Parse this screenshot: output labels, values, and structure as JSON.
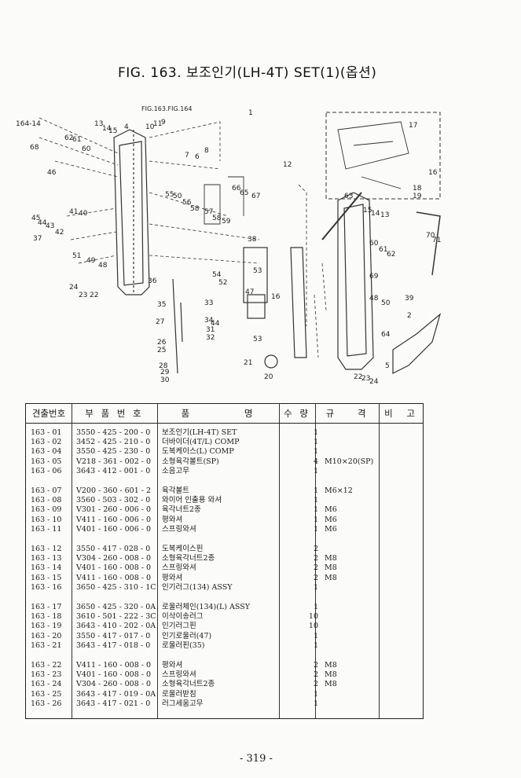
{
  "title": "FIG. 163. 보조인기(LH-4T) SET(1)(옵션)",
  "diagram": {
    "ref_label": "FIG.163.FIG.164",
    "callouts": [
      "164-14",
      "68",
      "13",
      "14",
      "15",
      "4",
      "10",
      "11",
      "9",
      "62",
      "61",
      "60",
      "8",
      "7",
      "6",
      "12",
      "46",
      "55",
      "50",
      "56",
      "58",
      "57",
      "58",
      "59",
      "66",
      "65",
      "67",
      "63",
      "17",
      "16",
      "18",
      "19",
      "15",
      "14",
      "13",
      "70",
      "71",
      "41",
      "40",
      "45",
      "44",
      "43",
      "42",
      "37",
      "51",
      "49",
      "48",
      "24",
      "23",
      "22",
      "38",
      "54",
      "53",
      "52",
      "47",
      "36",
      "35",
      "33",
      "27",
      "34",
      "44",
      "31",
      "32",
      "26",
      "25",
      "28",
      "29",
      "30",
      "21",
      "20",
      "53",
      "16",
      "60",
      "61",
      "62",
      "69",
      "48",
      "50",
      "39",
      "2",
      "64",
      "5",
      "22",
      "23",
      "24",
      "1"
    ]
  },
  "table": {
    "headers": [
      "견출번호",
      "부 품 번 호",
      "품 명",
      "수 량",
      "규 격",
      "비 고"
    ],
    "groups": [
      [
        {
          "no": "163 - 01",
          "pn": "3550 - 425 - 200 - 0",
          "name": "보조인기(LH-4T) SET",
          "qty": "1",
          "spec": ""
        },
        {
          "no": "163 - 02",
          "pn": "3452 - 425 - 210 - 0",
          "name": "더바이더(4T/L) COMP",
          "qty": "1",
          "spec": ""
        },
        {
          "no": "163 - 04",
          "pn": "3550 - 425 - 230 - 0",
          "name": "도복케이스(L) COMP",
          "qty": "1",
          "spec": ""
        },
        {
          "no": "163 - 05",
          "pn": "V218 - 361 - 002 - 0",
          "name": "소형육각볼트(SP)",
          "qty": "4",
          "spec": "M10×20(SP)"
        },
        {
          "no": "163 - 06",
          "pn": "3643 - 412 - 001 - 0",
          "name": "소음고무",
          "qty": "1",
          "spec": ""
        }
      ],
      [
        {
          "no": "163 - 07",
          "pn": "V200 - 360 - 601 - 2",
          "name": "육각볼트",
          "qty": "1",
          "spec": "M6×12"
        },
        {
          "no": "163 - 08",
          "pn": "3560 - 503 - 302 - 0",
          "name": "와이어 인출용 와셔",
          "qty": "1",
          "spec": ""
        },
        {
          "no": "163 - 09",
          "pn": "V301 - 260 - 006 - 0",
          "name": "육각너트2종",
          "qty": "1",
          "spec": "M6"
        },
        {
          "no": "163 - 10",
          "pn": "V411 - 160 - 006 - 0",
          "name": "평와셔",
          "qty": "1",
          "spec": "M6"
        },
        {
          "no": "163 - 11",
          "pn": "V401 - 160 - 006 - 0",
          "name": "스프링와셔",
          "qty": "1",
          "spec": "M6"
        }
      ],
      [
        {
          "no": "163 - 12",
          "pn": "3550 - 417 - 028 - 0",
          "name": "도복케이스핀",
          "qty": "2",
          "spec": ""
        },
        {
          "no": "163 - 13",
          "pn": "V304 - 260 - 008 - 0",
          "name": "소형육각너트2종",
          "qty": "2",
          "spec": "M8"
        },
        {
          "no": "163 - 14",
          "pn": "V401 - 160 - 008 - 0",
          "name": "스프링와셔",
          "qty": "2",
          "spec": "M8"
        },
        {
          "no": "163 - 15",
          "pn": "V411 - 160 - 008 - 0",
          "name": "평와셔",
          "qty": "2",
          "spec": "M8"
        },
        {
          "no": "163 - 16",
          "pn": "3650 - 425 - 310 - 1C",
          "name": "인기러그(134) ASSY",
          "qty": "1",
          "spec": ""
        }
      ],
      [
        {
          "no": "163 - 17",
          "pn": "3650 - 425 - 320 - 0A",
          "name": "로울러체인(134)(L) ASSY",
          "qty": "1",
          "spec": ""
        },
        {
          "no": "163 - 18",
          "pn": "3610 - 501 - 222 - 3C",
          "name": "이삭이송러그",
          "qty": "10",
          "spec": ""
        },
        {
          "no": "163 - 19",
          "pn": "3643 - 410 - 202 - 0A",
          "name": "인기러그핀",
          "qty": "10",
          "spec": ""
        },
        {
          "no": "163 - 20",
          "pn": "3550 - 417 - 017 - 0",
          "name": "인기로울러(47)",
          "qty": "1",
          "spec": ""
        },
        {
          "no": "163 - 21",
          "pn": "3643 - 417 - 018 - 0",
          "name": "로울러핀(35)",
          "qty": "1",
          "spec": ""
        }
      ],
      [
        {
          "no": "163 - 22",
          "pn": "V411 - 160 - 008 - 0",
          "name": "평와셔",
          "qty": "2",
          "spec": "M8"
        },
        {
          "no": "163 - 23",
          "pn": "V401 - 160 - 008 - 0",
          "name": "스프링와셔",
          "qty": "2",
          "spec": "M8"
        },
        {
          "no": "163 - 24",
          "pn": "V304 - 260 - 008 - 0",
          "name": "소형육각너트2종",
          "qty": "2",
          "spec": "M8"
        },
        {
          "no": "163 - 25",
          "pn": "3643 - 417 - 019 - 0A",
          "name": "로울러받침",
          "qty": "1",
          "spec": ""
        },
        {
          "no": "163 - 26",
          "pn": "3643 - 417 - 021 - 0",
          "name": "러그세움고무",
          "qty": "1",
          "spec": ""
        }
      ]
    ]
  },
  "page_number": "- 319 -"
}
